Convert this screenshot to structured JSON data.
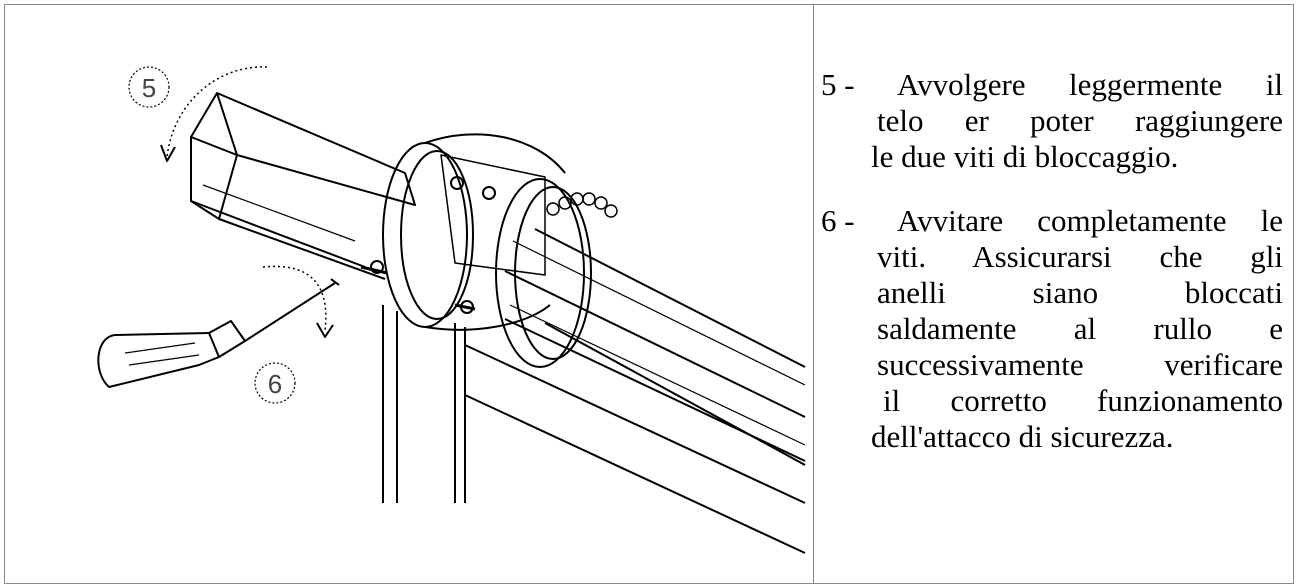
{
  "illustration": {
    "callout_5": "5",
    "callout_6": "6"
  },
  "steps": [
    {
      "number": "5 -",
      "lines": [
        "Avvolgere  leggermente il",
        "telo  er poter raggiungere",
        "le due viti di bloccaggio."
      ]
    },
    {
      "number": "6 -",
      "lines": [
        "Avvitare completamente  le",
        "viti. Assicurarsi  che  gli",
        "anelli  siano  bloccati",
        "saldamente  al  rullo e",
        "successivamente  verificare",
        "il corretto funzionamento",
        "dell'attacco di sicurezza."
      ]
    }
  ]
}
